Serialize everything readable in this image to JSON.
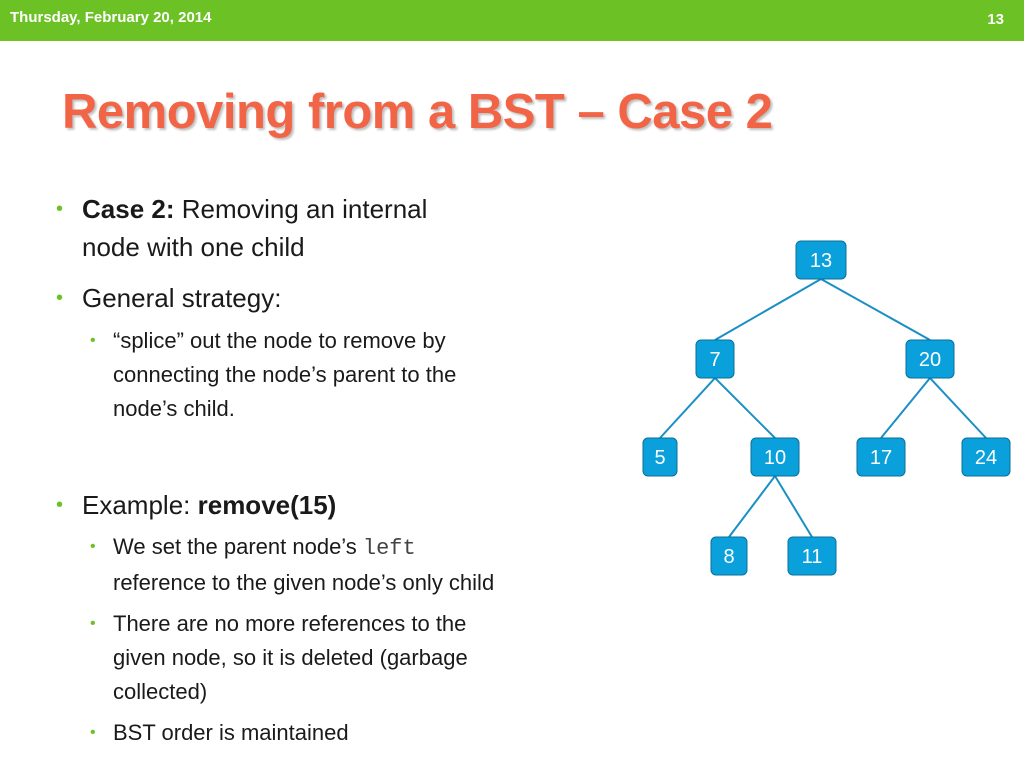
{
  "header": {
    "date": "Thursday, February 20, 2014",
    "slide_number": "13",
    "bar_color": "#6cc125"
  },
  "title": "Removing from a BST – Case 2",
  "title_color": "#f26446",
  "bullets": {
    "b1_bold": "Case 2:",
    "b1_rest": " Removing an internal",
    "b1_line2": "node with one child",
    "b2": "General strategy:",
    "s1_line1": "“splice” out the node to remove by",
    "s1_line2": "connecting the node’s parent to the",
    "s1_line3": "node’s child.",
    "b3_prefix": "Example: ",
    "b3_bold": "remove(15)",
    "s2_prefix": "We set the parent node’s ",
    "s2_code": "left",
    "s2_line2": "reference to the given node’s only child",
    "s3_line1": "There are no more references to the",
    "s3_line2": "given node, so it is deleted (garbage",
    "s3_line3": "collected)",
    "s4": "BST order is maintained"
  },
  "tree": {
    "node_color": "#0aa0dc",
    "nodes": [
      {
        "id": "n13",
        "label": "13"
      },
      {
        "id": "n7",
        "label": "7"
      },
      {
        "id": "n20",
        "label": "20"
      },
      {
        "id": "n5",
        "label": "5"
      },
      {
        "id": "n10",
        "label": "10"
      },
      {
        "id": "n17",
        "label": "17"
      },
      {
        "id": "n24",
        "label": "24"
      },
      {
        "id": "n8",
        "label": "8"
      },
      {
        "id": "n11",
        "label": "11"
      }
    ],
    "edges": [
      [
        "n13",
        "n7"
      ],
      [
        "n13",
        "n20"
      ],
      [
        "n7",
        "n5"
      ],
      [
        "n7",
        "n10"
      ],
      [
        "n20",
        "n17"
      ],
      [
        "n20",
        "n24"
      ],
      [
        "n10",
        "n8"
      ],
      [
        "n10",
        "n11"
      ]
    ]
  }
}
